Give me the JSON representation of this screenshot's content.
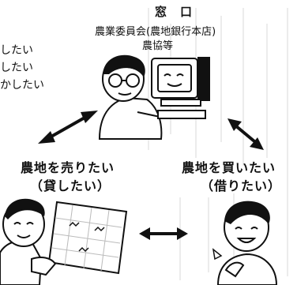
{
  "window": {
    "title": "窓　口",
    "subtitle_line1": "農業委員会(農地銀行本店)",
    "subtitle_line2": "農協等"
  },
  "left_partial_lines": [
    "したい",
    "したい",
    "かしたい"
  ],
  "sell": {
    "line1": "農地を売りたい",
    "line2": "（貸したい）"
  },
  "buy": {
    "line1": "農地を買いたい",
    "line2": "（借りたい）"
  },
  "illustrations": {
    "counter": "clerk-at-computer-icon",
    "seller": "farmer-with-map-icon",
    "buyer": "young-man-pointing-icon"
  },
  "colors": {
    "ink": "#111111",
    "paper": "#ffffff",
    "texture": "#cfcfcf"
  }
}
